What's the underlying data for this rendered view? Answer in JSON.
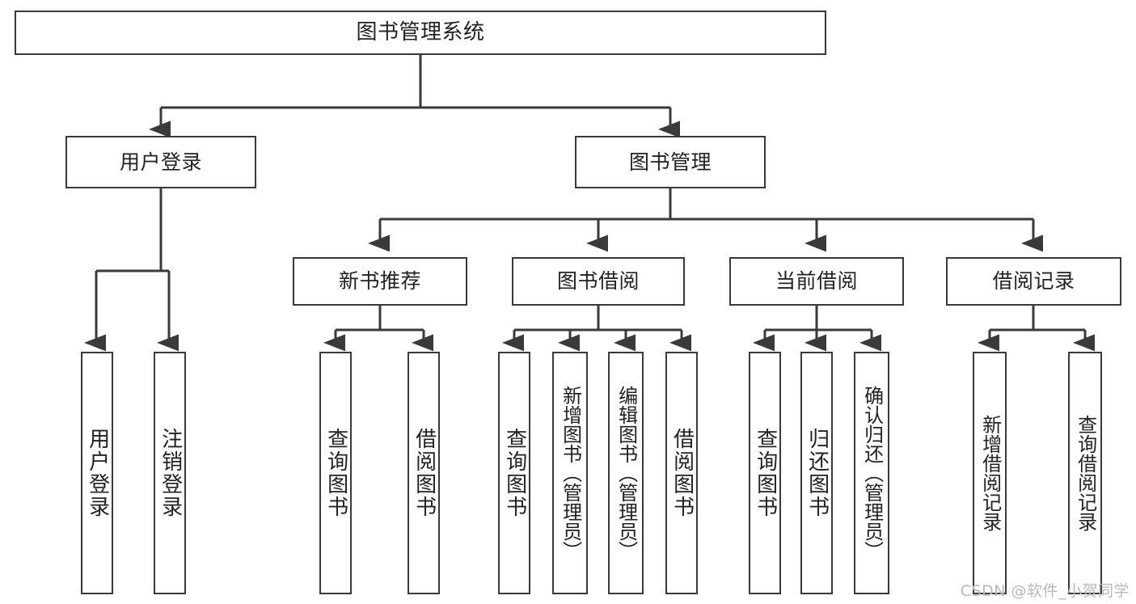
{
  "diagram": {
    "title": "图书管理系统",
    "type": "tree-hierarchy",
    "watermark": "CSDN @软件_小贺同学",
    "colors": {
      "background": "#ffffff",
      "box_border": "#3a3a3a",
      "box_fill": "#ffffff",
      "edge": "#3a3a3a",
      "text": "#222222",
      "watermark": "#b9b9b9"
    },
    "nodes": {
      "root": {
        "label": "图书管理系统"
      },
      "level1": [
        {
          "label": "用户登录"
        },
        {
          "label": "图书管理"
        }
      ],
      "level2": [
        {
          "label": "新书推荐"
        },
        {
          "label": "图书借阅"
        },
        {
          "label": "当前借阅"
        },
        {
          "label": "借阅记录"
        }
      ],
      "leaves": [
        {
          "label": "用户登录",
          "parent": "用户登录"
        },
        {
          "label": "注销登录",
          "parent": "用户登录"
        },
        {
          "label": "查询图书",
          "parent": "新书推荐"
        },
        {
          "label": "借阅图书",
          "parent": "新书推荐"
        },
        {
          "label": "查询图书",
          "parent": "图书借阅"
        },
        {
          "label": "新增图书（管理员）",
          "parent": "图书借阅"
        },
        {
          "label": "编辑图书（管理员）",
          "parent": "图书借阅"
        },
        {
          "label": "借阅图书",
          "parent": "图书借阅"
        },
        {
          "label": "查询图书",
          "parent": "当前借阅"
        },
        {
          "label": "归还图书",
          "parent": "当前借阅"
        },
        {
          "label": "确认归还（管理员）",
          "parent": "当前借阅"
        },
        {
          "label": "新增借阅记录",
          "parent": "借阅记录"
        },
        {
          "label": "查询借阅记录",
          "parent": "借阅记录"
        }
      ]
    }
  }
}
